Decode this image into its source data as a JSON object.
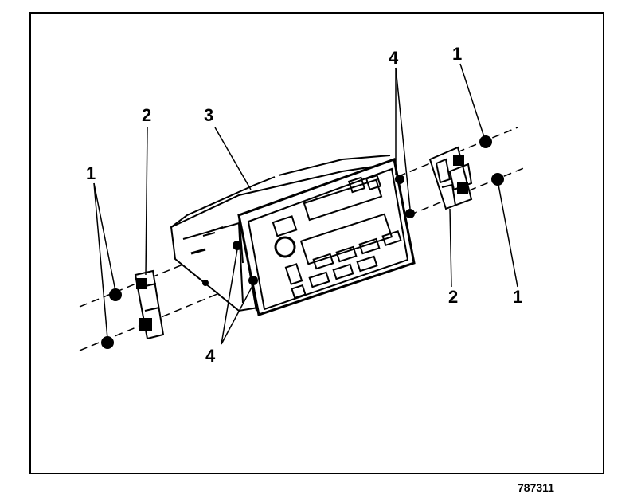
{
  "callouts": {
    "nut": "1",
    "bracket": "2",
    "radio": "3",
    "screw": "4"
  },
  "figure_number": "787311",
  "colors": {
    "ink": "#000000",
    "paper": "#ffffff"
  }
}
